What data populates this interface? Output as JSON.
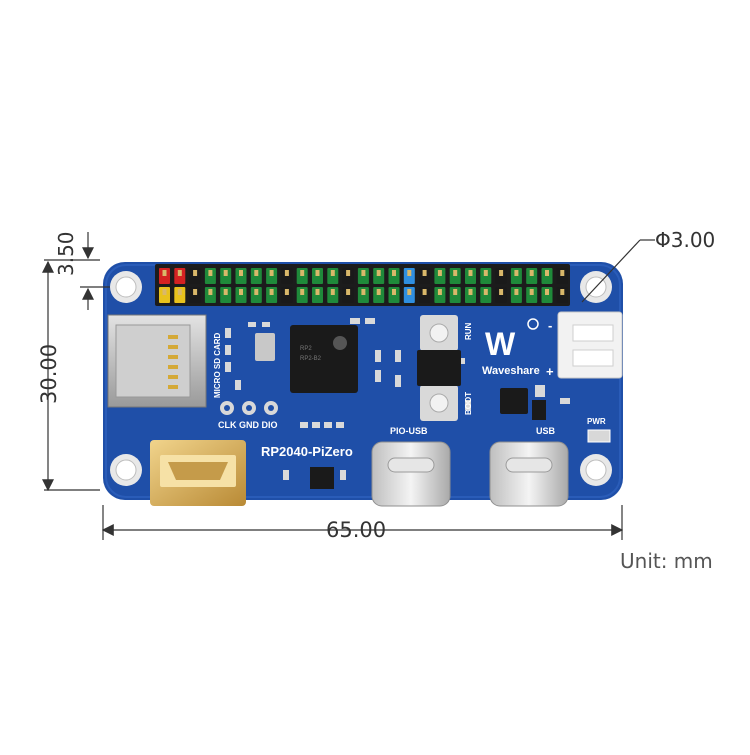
{
  "diagram": {
    "dimensions": {
      "top_offset": "3.50",
      "height": "30.00",
      "width": "65.00",
      "hole_diameter": "Φ3.00",
      "unit": "Unit: mm"
    },
    "board": {
      "name": "RP2040-PiZero",
      "brand": "Waveshare",
      "sd_label": "MICRO SD CARD",
      "debug_pins": "CLK GND DIO",
      "pio_usb_label": "PIO-USB",
      "usb_label": "USB",
      "pwr_label": "PWR",
      "run_label": "RUN",
      "boot_label": "BOOT",
      "plus_sign": "+",
      "minus_sign": "-"
    },
    "colors": {
      "pcb": "#1f4fa8",
      "pin_green": "#1f8a3a",
      "pin_red": "#d42222",
      "pin_yellow": "#e8c21c",
      "pin_blue": "#2f8fe0",
      "pin_black": "#1a1a1a",
      "header_gold": "#d9b86a",
      "dimension_line": "#333333"
    },
    "gpio_header": {
      "top_row": [
        "red",
        "red",
        "black",
        "green",
        "green",
        "green",
        "green",
        "green",
        "black",
        "green",
        "green",
        "green",
        "black",
        "green",
        "green",
        "green",
        "blue",
        "black",
        "green",
        "green",
        "green",
        "green",
        "black",
        "green",
        "green",
        "green",
        "black"
      ],
      "bottom_row": [
        "yellow",
        "yellow",
        "black",
        "green",
        "green",
        "green",
        "green",
        "green",
        "black",
        "green",
        "green",
        "green",
        "black",
        "green",
        "green",
        "green",
        "blue",
        "black",
        "green",
        "green",
        "green",
        "green",
        "black",
        "green",
        "green",
        "green",
        "black"
      ]
    }
  }
}
